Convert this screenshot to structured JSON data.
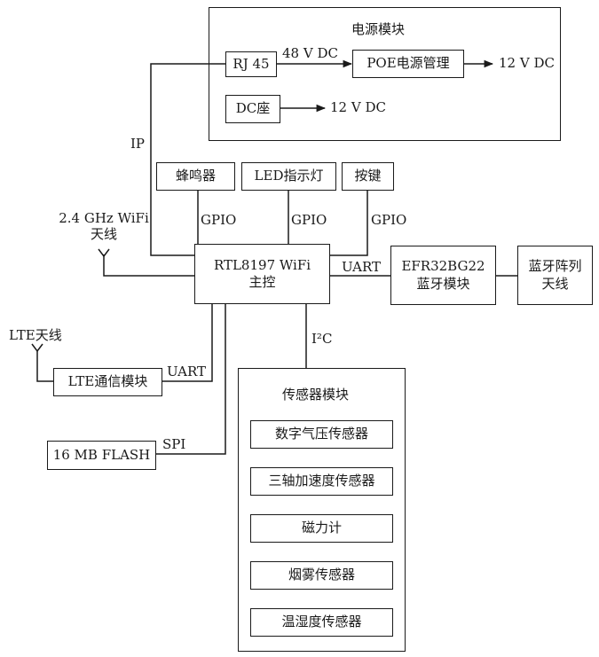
{
  "power_module": {
    "title": "电源模块",
    "rj45": "RJ 45",
    "poe": "POE电源管理",
    "dc_jack": "DC座",
    "v48": "48 V DC",
    "v12_poe": "12 V DC",
    "v12_dc": "12 V DC"
  },
  "main_controller": {
    "line1": "RTL8197 WiFi",
    "line2": "主控"
  },
  "peripherals": {
    "buzzer": "蜂鸣器",
    "led": "LED指示灯",
    "button": "按键",
    "gpio_buzzer": "GPIO",
    "gpio_led": "GPIO",
    "gpio_button": "GPIO"
  },
  "links": {
    "ip": "IP",
    "uart_ble": "UART",
    "uart_lte": "UART",
    "spi": "SPI",
    "i2c": "I²C"
  },
  "wifi_antenna": {
    "line1": "2.4 GHz WiFi",
    "line2": "天线"
  },
  "ble_module": {
    "line1": "EFR32BG22",
    "line2": "蓝牙模块"
  },
  "ble_antenna": {
    "line1": "蓝牙阵列",
    "line2": "天线"
  },
  "lte_antenna": "LTE天线",
  "lte_module": "LTE通信模块",
  "flash": "16 MB FLASH",
  "sensor_module": {
    "title": "传感器模块",
    "items": [
      "数字气压传感器",
      "三轴加速度传感器",
      "磁力计",
      "烟雾传感器",
      "温湿度传感器"
    ]
  },
  "colors": {
    "line": "#1a1a1a",
    "background": "#ffffff"
  }
}
